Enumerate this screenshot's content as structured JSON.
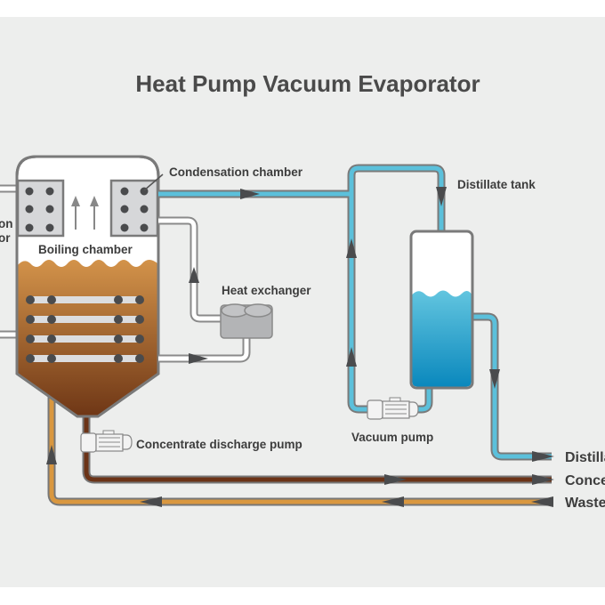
{
  "title": "Heat Pump Vacuum Evaporator",
  "labels": {
    "condensation_chamber": "Condensation chamber",
    "boiling_chamber": "Boiling chamber",
    "heat_exchanger": "Heat exchanger",
    "distillate_tank": "Distillate tank",
    "vacuum_pump": "Vacuum pump",
    "concentrate_discharge_pump": "Concentrate discharge pump",
    "left_partial_1": "on",
    "left_partial_2": "or"
  },
  "outputs": {
    "distillate": "Distillate",
    "concentrate": "Concentrate",
    "wastewater": "Wastewater"
  },
  "colors": {
    "background": "#edeeed",
    "distillate_pipe": "#5bc0db",
    "concentrate_pipe": "#6b3317",
    "wastewater_pipe": "#d9973f",
    "outline": "#7a7a7a",
    "arrow": "#4a4b4d",
    "liquid_top": "#d3934a",
    "liquid_bottom": "#7b4019",
    "water_top": "#5fc3de",
    "water_bottom": "#0a8bbf"
  }
}
